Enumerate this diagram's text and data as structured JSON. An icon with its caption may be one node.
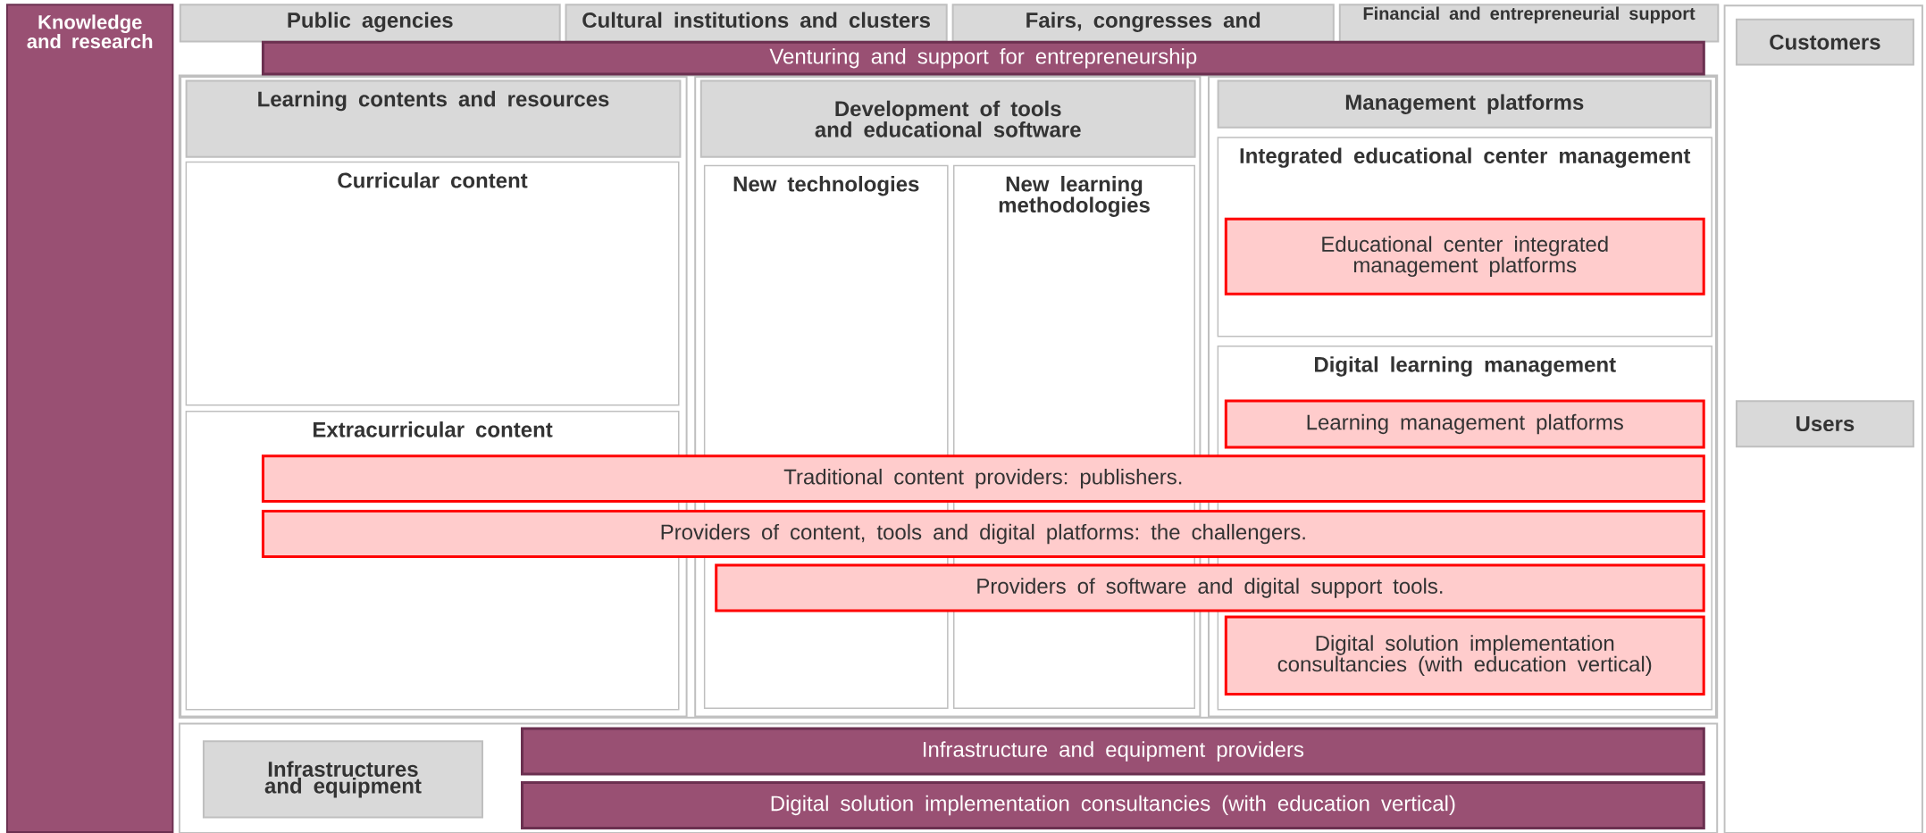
{
  "diagram": {
    "nodes": [
      {
        "text": [
          "Knowledge and research"
        ]
      },
      {
        "text": [
          "Public agencies"
        ]
      },
      {
        "text": [
          "Cultural institutions and clusters"
        ]
      },
      {
        "text": [
          "Fairs, congresses and"
        ]
      },
      {
        "text": [
          "Financial and entrepreneurial support"
        ]
      },
      {
        "text": [
          "Customers"
        ]
      },
      {
        "text": [
          "Venturing and support for entrepreneurship"
        ]
      },
      {
        "text": [
          "Learning contents and resources"
        ]
      },
      {
        "text": [
          "Development of tools and educational software"
        ]
      },
      {
        "text": [
          "Management platforms"
        ]
      },
      {
        "text": [
          "Integrated educational center management"
        ]
      },
      {
        "text": [
          "Educational center integrated management platforms"
        ],
        "in": 10
      },
      {
        "text": [
          "Curricular content"
        ]
      },
      {
        "text": [
          "New technologies"
        ]
      },
      {
        "text": [
          "New learning methodologies"
        ]
      },
      {
        "text": [
          "Digital learning management"
        ]
      },
      {
        "text": [
          "Learning management platforms"
        ],
        "in": 15
      },
      {
        "text": [
          "Users"
        ]
      },
      {
        "text": [
          "Extracurricular content"
        ]
      },
      {
        "text": [
          "Traditional content providers: publishers."
        ]
      },
      {
        "text": [
          "Providers of content, tools and digital platforms: the challengers."
        ]
      },
      {
        "text": [
          "Providers of software and digital support tools."
        ]
      },
      {
        "text": [
          "Digital solution implementation consultancies (with education vertical)"
        ],
        "in": 15
      },
      {
        "text": [
          "Infrastructures and equipment"
        ]
      },
      {
        "text": [
          "Infrastructure and equipment providers"
        ]
      },
      {
        "text": [
          "Digital solution implementation consultancies (with education vertical)"
        ]
      }
    ]
  }
}
